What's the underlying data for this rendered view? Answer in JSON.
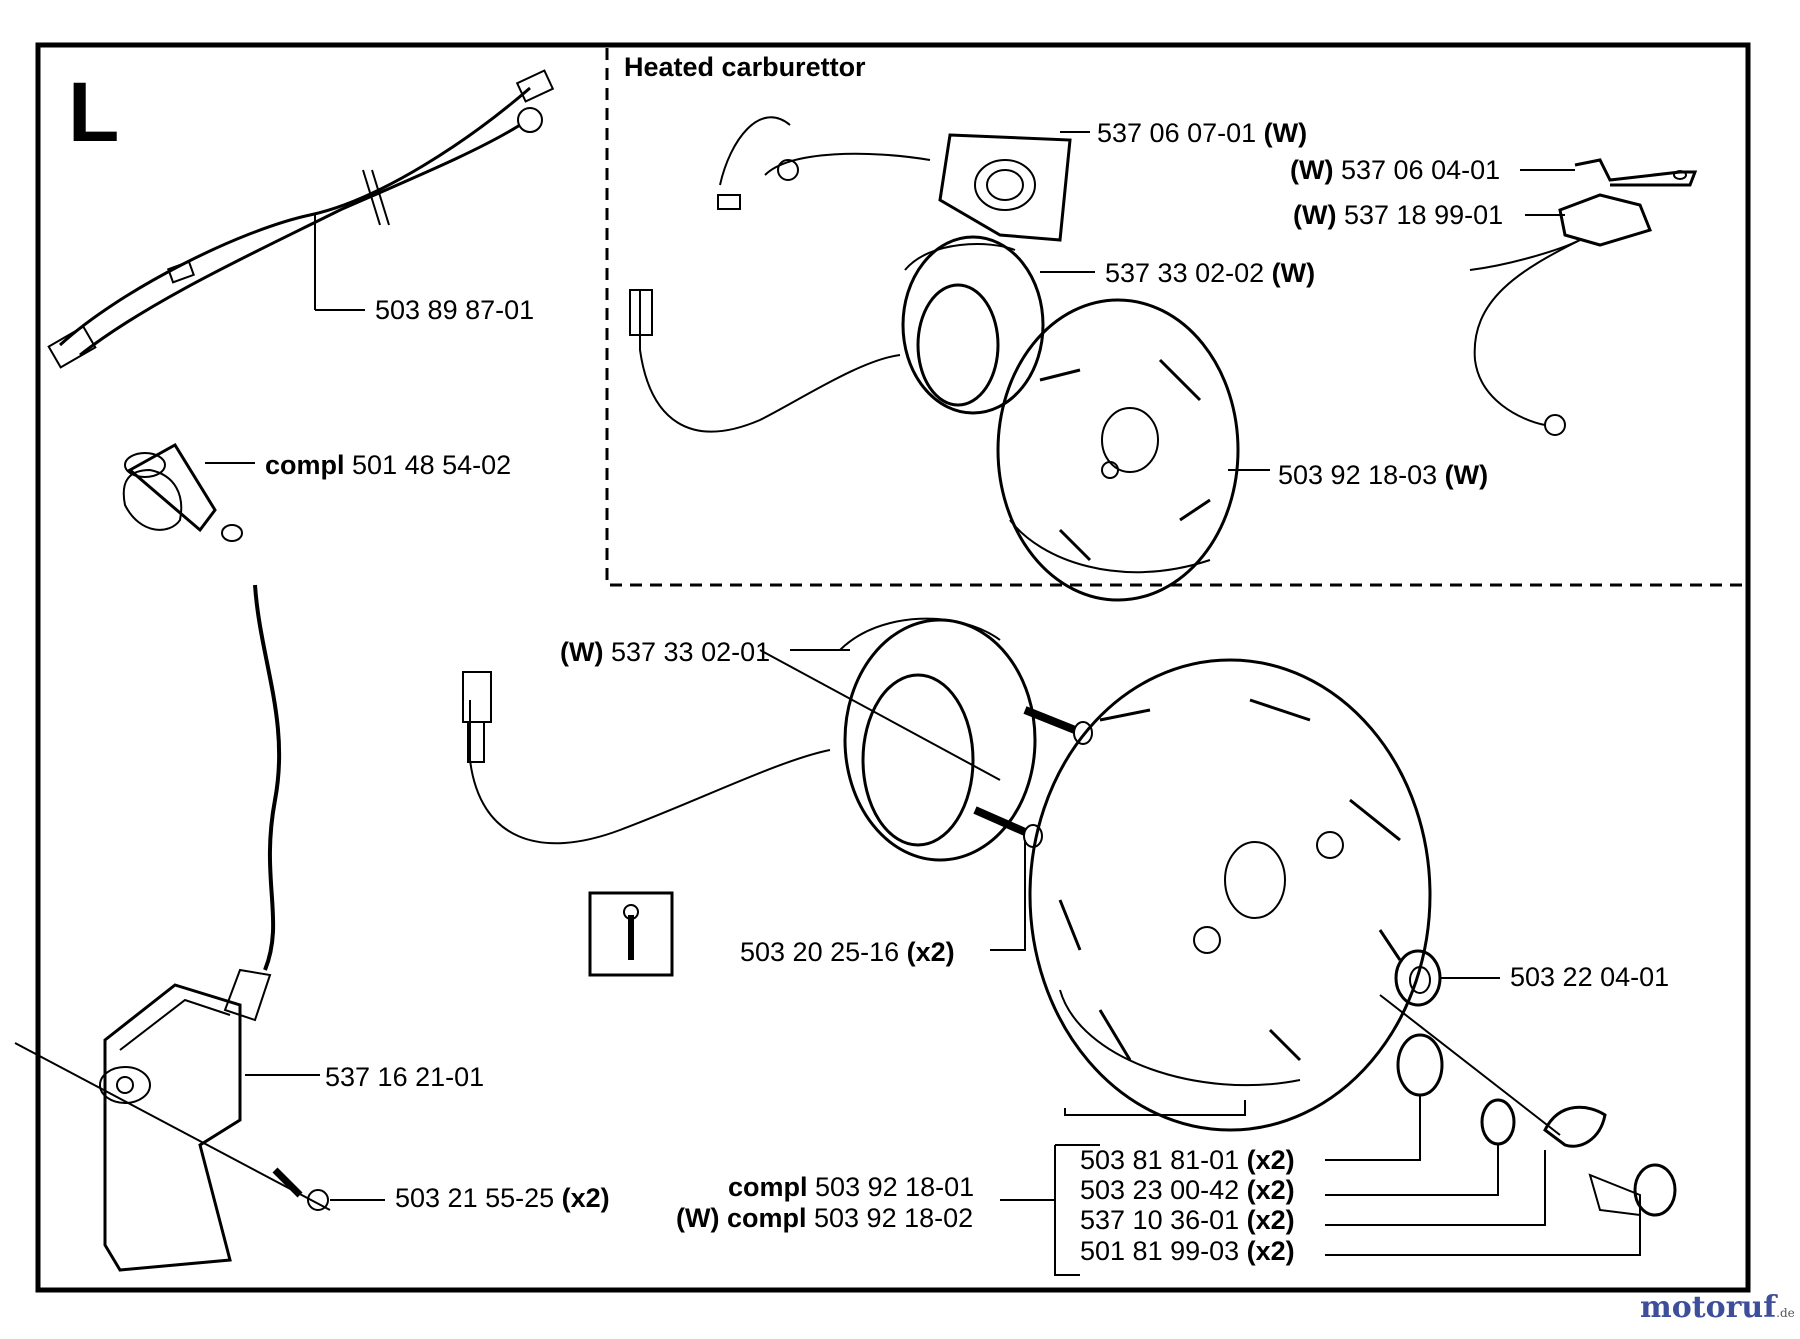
{
  "section_letter": "L",
  "heated_title": "Heated carburettor",
  "parts": {
    "p1": {
      "num": "503 89 87-01"
    },
    "p2": {
      "prefix": "compl",
      "num": "501 48 54-02"
    },
    "p3": {
      "num": "537 06 07-01",
      "suffix": "(W)"
    },
    "p4": {
      "prefix": "(W)",
      "num": "537 06 04-01"
    },
    "p5": {
      "prefix": "(W)",
      "num": "537 18 99-01"
    },
    "p6": {
      "num": "537 33 02-02",
      "suffix": "(W)"
    },
    "p7": {
      "num": "503 92 18-03",
      "suffix": "(W)"
    },
    "p8": {
      "prefix": "(W)",
      "num": "537 33 02-01"
    },
    "p9": {
      "num": "503 20 25-16",
      "suffix": "(x2)"
    },
    "p10": {
      "num": "503 22 04-01"
    },
    "p11": {
      "num": "537 16 21-01"
    },
    "p12": {
      "num": "503 21 55-25",
      "suffix": "(x2)"
    },
    "p13": {
      "num": "503 81 81-01",
      "suffix": "(x2)"
    },
    "p14": {
      "num": "503 23 00-42",
      "suffix": "(x2)"
    },
    "p15": {
      "num": "537 10 36-01",
      "suffix": "(x2)"
    },
    "p16": {
      "num": "501 81 99-03",
      "suffix": "(x2)"
    },
    "p17": {
      "prefix": "compl",
      "num": "503 92 18-01"
    },
    "p18": {
      "prefix": "(W) compl",
      "num": "503 92 18-02"
    }
  },
  "watermark": {
    "main": "motoruf",
    "tld": ".de"
  }
}
